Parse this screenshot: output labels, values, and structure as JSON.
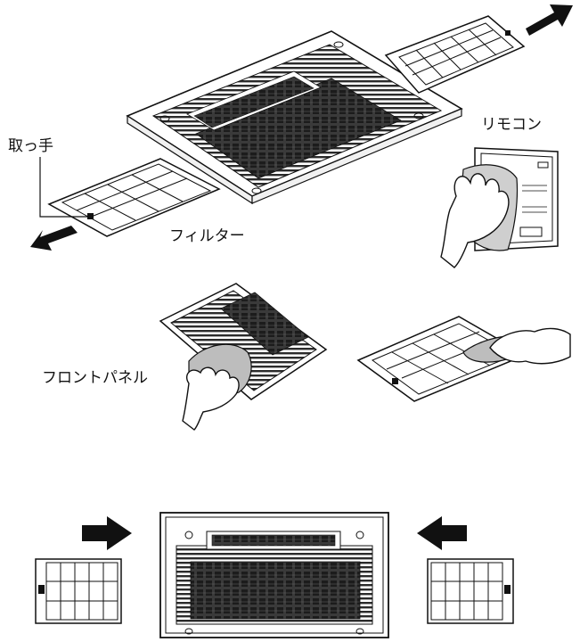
{
  "labels": {
    "handle": "取っ手",
    "filter": "フィルター",
    "remote": "リモコン",
    "front_panel": "フロントパネル"
  },
  "colors": {
    "line": "#111111",
    "arrow": "#111111",
    "grille": "#3a3a3a",
    "panel_fill": "#ffffff",
    "cloth": "#bdbdbd"
  },
  "icons": [
    "arrow-icon",
    "hand-icon",
    "cloth-icon",
    "filter-handle-icon"
  ]
}
